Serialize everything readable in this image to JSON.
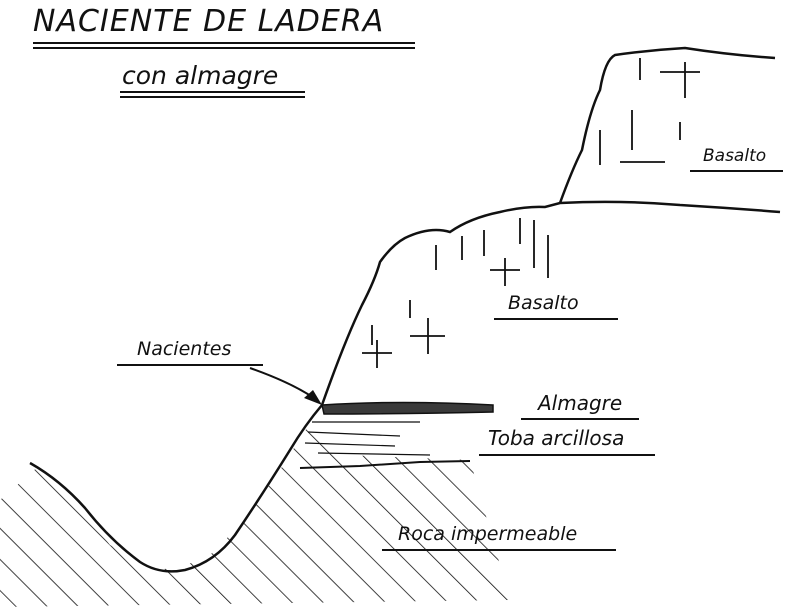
{
  "title": "NACIENTE DE LADERA",
  "subtitle": "con almagre",
  "labels": {
    "basalto_upper": "Basalto",
    "basalto_middle": "Basalto",
    "nacientes": "Nacientes",
    "almagre": "Almagre",
    "toba": "Toba arcillosa",
    "roca": "Roca impermeable"
  },
  "colors": {
    "ink": "#111111",
    "paper": "#ffffff",
    "almagre_band": "#3a3a3a"
  }
}
